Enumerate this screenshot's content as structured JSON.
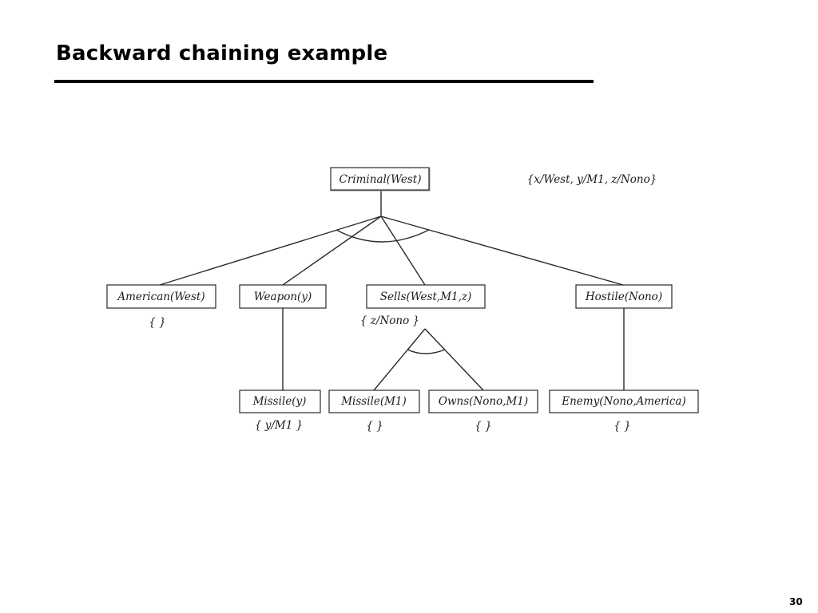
{
  "slide": {
    "title": "Backward chaining example",
    "page_number": "30"
  },
  "diagram": {
    "nodes": {
      "criminal": "Criminal(West)",
      "american": "American(West)",
      "weapon": "Weapon(y)",
      "sells": "Sells(West,M1,z)",
      "hostile": "Hostile(Nono)",
      "missile_y": "Missile(y)",
      "missile_m1": "Missile(M1)",
      "owns": "Owns(Nono,M1)",
      "enemy": "Enemy(Nono,America)"
    },
    "substitutions": {
      "root": "{x/West, y/M1, z/Nono}",
      "american": "{ }",
      "sells": "{ z/Nono }",
      "missile_y": "{ y/M1 }",
      "missile_m1": "{ }",
      "owns": "{ }",
      "enemy": "{ }"
    }
  }
}
